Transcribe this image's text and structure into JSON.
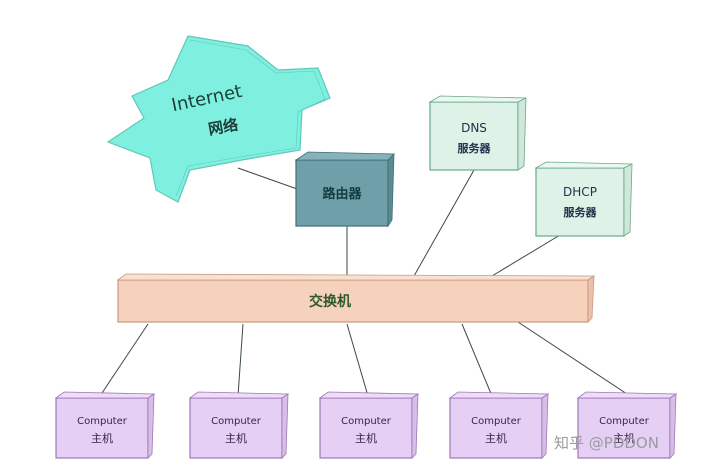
{
  "nodes": {
    "internet": {
      "title": "Internet",
      "subtitle": "网络"
    },
    "router": {
      "label": "路由器"
    },
    "dns": {
      "title": "DNS",
      "subtitle": "服务器"
    },
    "dhcp": {
      "title": "DHCP",
      "subtitle": "服务器"
    },
    "switch": {
      "label": "交换机"
    },
    "computers": [
      {
        "title": "Computer",
        "subtitle": "主机"
      },
      {
        "title": "Computer",
        "subtitle": "主机"
      },
      {
        "title": "Computer",
        "subtitle": "主机"
      },
      {
        "title": "Computer",
        "subtitle": "主机"
      },
      {
        "title": "Computer",
        "subtitle": "主机"
      }
    ]
  },
  "watermark": "知乎 @PDDON",
  "colors": {
    "internet_fill": "#7fefe0",
    "router_fill": "#6f9fa8",
    "server_fill": "#dff2e8",
    "switch_fill": "#f6d2bd",
    "computer_fill": "#e6cff4"
  }
}
